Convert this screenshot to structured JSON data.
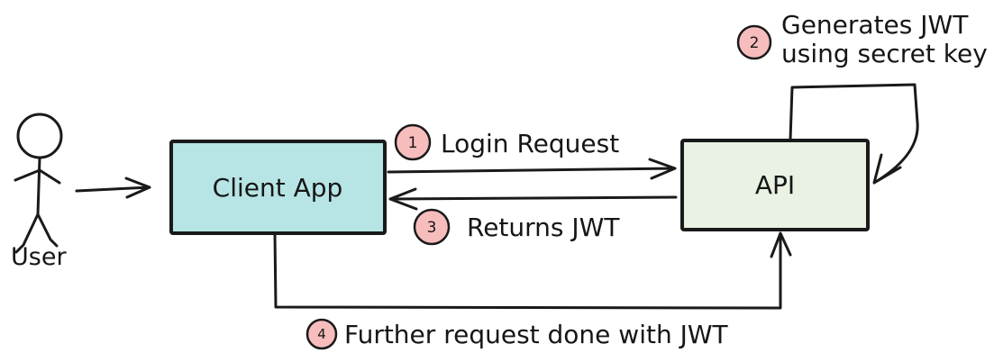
{
  "actors": {
    "user": {
      "label": "User"
    },
    "client_app": {
      "label": "Client App",
      "fill": "#b7e4e4"
    },
    "api": {
      "label": "API",
      "fill": "#e9f2e3"
    }
  },
  "steps": [
    {
      "num": "1",
      "label": "Login Request"
    },
    {
      "num": "2",
      "line1": "Generates JWT",
      "line2": "using secret key"
    },
    {
      "num": "3",
      "label": "Returns JWT"
    },
    {
      "num": "4",
      "label": "Further request done with JWT"
    }
  ],
  "colors": {
    "badge_fill": "#f7bdbd",
    "stroke": "#1a1a1a",
    "background": "#ffffff"
  }
}
